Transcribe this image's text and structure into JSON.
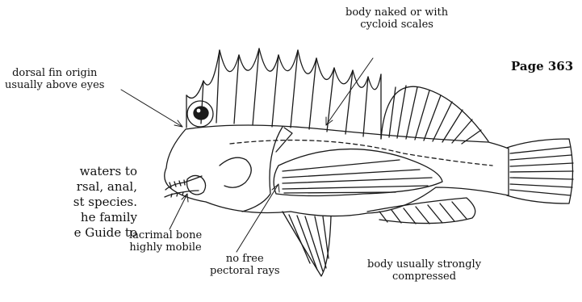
{
  "page_number": "Page 363",
  "body_text_lines": [
    "waters to",
    "rsal, anal,",
    "st species.",
    "he family",
    "e Guide to"
  ],
  "annotations": {
    "body_scales": [
      "body naked or with",
      "cycloid scales"
    ],
    "dorsal_origin": [
      "dorsal fin origin",
      "usually above eyes"
    ],
    "lacrimal": [
      "lacrimal bone",
      "highly mobile"
    ],
    "pectoral": [
      "no free",
      "pectoral rays"
    ],
    "compressed": [
      "body usually strongly",
      "compressed"
    ]
  },
  "illustration": {
    "subject": "fish",
    "line_color": "#1a1a1a"
  }
}
